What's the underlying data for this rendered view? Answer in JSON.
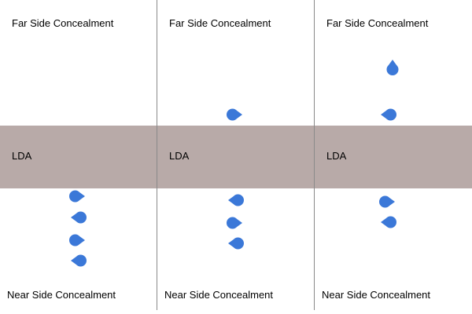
{
  "colors": {
    "lda_band": "#b8aaa8",
    "marker": "#3b78d8",
    "divider": "#8a8a8a"
  },
  "panels": [
    {
      "far_label": "Far Side Concealment",
      "lda_label": "LDA",
      "near_label": "Near Side Concealment",
      "markers": [
        {
          "icon": "teardrop-right-icon",
          "point": "right"
        },
        {
          "icon": "teardrop-left-icon",
          "point": "left"
        },
        {
          "icon": "teardrop-right-icon",
          "point": "right"
        },
        {
          "icon": "teardrop-left-icon",
          "point": "left"
        }
      ]
    },
    {
      "far_label": "Far Side Concealment",
      "lda_label": "LDA",
      "near_label": "Near Side Concealment",
      "markers": [
        {
          "icon": "teardrop-right-icon",
          "point": "right"
        },
        {
          "icon": "teardrop-left-icon",
          "point": "left"
        },
        {
          "icon": "teardrop-right-icon",
          "point": "right"
        },
        {
          "icon": "teardrop-left-icon",
          "point": "left"
        }
      ]
    },
    {
      "far_label": "Far Side Concealment",
      "lda_label": "LDA",
      "near_label": "Near Side Concealment",
      "markers": [
        {
          "icon": "teardrop-up-icon",
          "point": "up"
        },
        {
          "icon": "teardrop-left-icon",
          "point": "left"
        },
        {
          "icon": "teardrop-right-icon",
          "point": "right"
        },
        {
          "icon": "teardrop-left-icon",
          "point": "left"
        }
      ]
    }
  ]
}
